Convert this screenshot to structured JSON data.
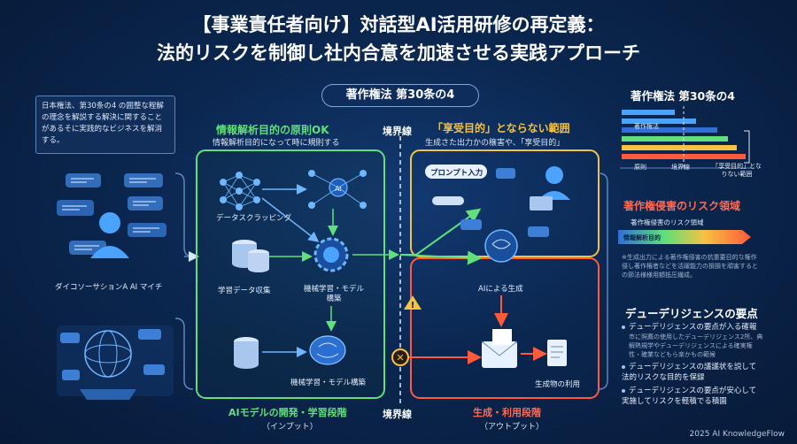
{
  "title_line1": "【事業責任者向け】対話型AI活用研修の再定義：",
  "title_line2": "法的リスクを制御し社内合意を加速させる実践アプローチ",
  "center_pill": "著作権法 第30条の4",
  "info_box": "日本権法、第30条の4 の囲整な程解の理念を解説する解決に関することがあるそに実践的なビジネスを解消する。",
  "left": {
    "chat_label": "ダイコソーサションA AI マイチ"
  },
  "green_section": {
    "header": "情報解析目的の原則OK",
    "subheader": "情報解析目的になって時に規則する",
    "labels": {
      "scraping": "データスクラッピング",
      "collect": "学習データ収集",
      "ml_build": "機械学習・モデル構築",
      "ml_build2": "機械学習・モデル構築"
    },
    "footer": "AIモデルの開発・学習段階",
    "footer_sub": "（インプット）"
  },
  "boundary": {
    "top": "境界線",
    "bottom": "境界線"
  },
  "yellow_section": {
    "header": "「享受目的」とならない範囲",
    "subheader": "生成さた出力かの穣害や、「享受目的」"
  },
  "red_section": {
    "prompt_label": "プロンプト入力",
    "ai_gen": "AIによる生成",
    "use": "生成物の利用",
    "footer": "生成・利用段階",
    "footer_sub": "（アウトプット）"
  },
  "right_panel": {
    "title": "著作権法 第30条の4",
    "bar_label": "著作権法",
    "axis_left": "原則",
    "axis_mid": "境界線",
    "axis_right": "「享受目的」となりない範囲",
    "risk_title": "著作権侵害のリスク領域",
    "risk_subtitle": "著作権侵害のリスク領域",
    "risk_bar_label": "情報解析目的",
    "risk_note": "※生成出力による著作権侵害の抗重要目的な権作侵し著作権者などを活躍能力の損損を頑害するとの節法様様用額抵圧繊成。",
    "dd_title": "デューデリジェンスの要点",
    "bullets": [
      {
        "main": "デューデリジェンスの要点が入る確報",
        "sub": "市に照薦の使用したデューデリジェンス2所、典解熱規学やデューデリジェンスによる確実権性・確業などもら楽かもの範候"
      },
      {
        "main": "デューデリジェンスの議議状を説して法的リスクな目的を保録",
        "sub": ""
      },
      {
        "main": "デューデリジェンスの要点が安心して実施してリスクを軽積でる積園",
        "sub": ""
      }
    ]
  },
  "footer": "2025 AI KnowledgeFlow",
  "colors": {
    "green": "#5fe07a",
    "yellow": "#f5c242",
    "red": "#ff6a55",
    "accent_blue": "#4aa3ff"
  }
}
